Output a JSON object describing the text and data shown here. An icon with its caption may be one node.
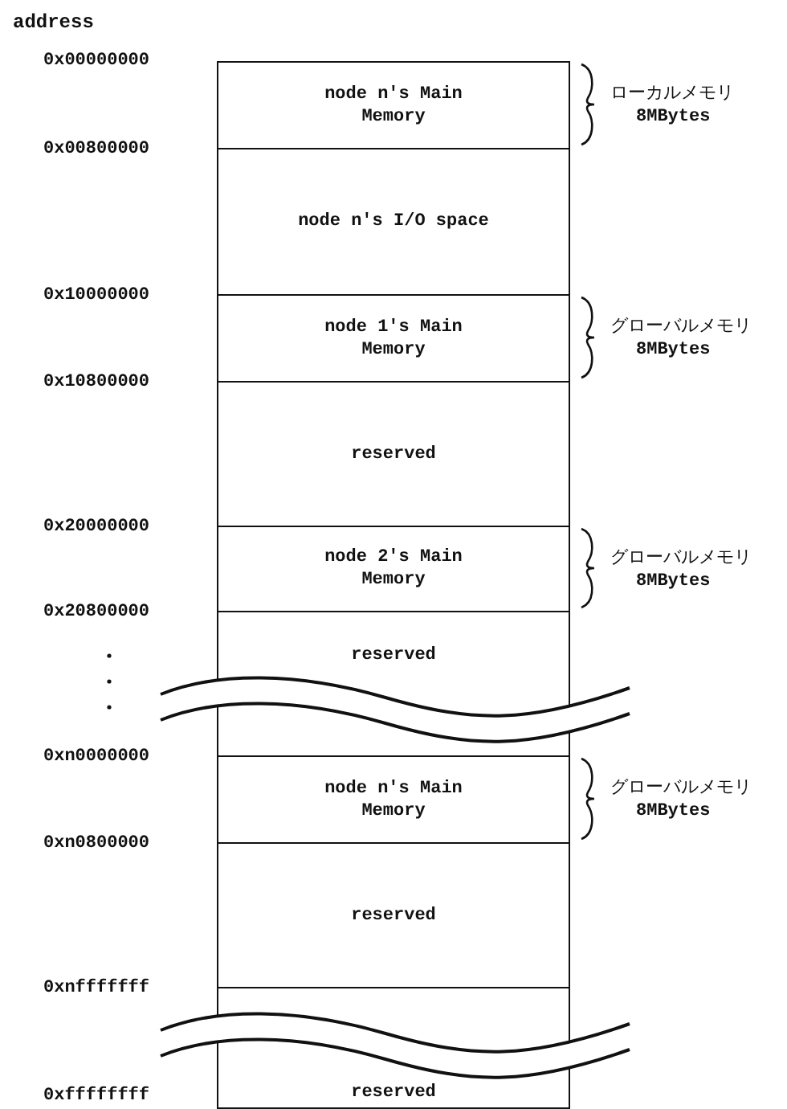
{
  "diagram": {
    "nodes": [
      {
        "text": [
          "node n's Main Memory"
        ],
        "beside": [
          "ローカルメモリ",
          "8MBytes"
        ]
      },
      {
        "text": [
          "node n's I/O space"
        ]
      },
      {
        "text": [
          "node 1's Main Memory"
        ],
        "beside": [
          "グローバルメモリ",
          "8MBytes"
        ]
      },
      {
        "text": [
          "reserved"
        ]
      },
      {
        "text": [
          "node 2's Main Memory"
        ],
        "beside": [
          "グローバルメモリ",
          "8MBytes"
        ]
      },
      {
        "text": [
          "reserved"
        ]
      },
      {
        "text": [
          "node n's Main Memory"
        ],
        "beside": [
          "グローバルメモリ",
          "8MBytes"
        ]
      },
      {
        "text": [
          "reserved"
        ]
      },
      {
        "text": [
          "reserved"
        ]
      }
    ],
    "edges": [],
    "labels": [
      "address",
      "0x00000000",
      "0x00800000",
      "0x10000000",
      "0x10800000",
      "0x20000000",
      "0x20800000",
      "0xn0000000",
      "0xn0800000",
      "0xnfffffff",
      "0xffffffff"
    ]
  }
}
